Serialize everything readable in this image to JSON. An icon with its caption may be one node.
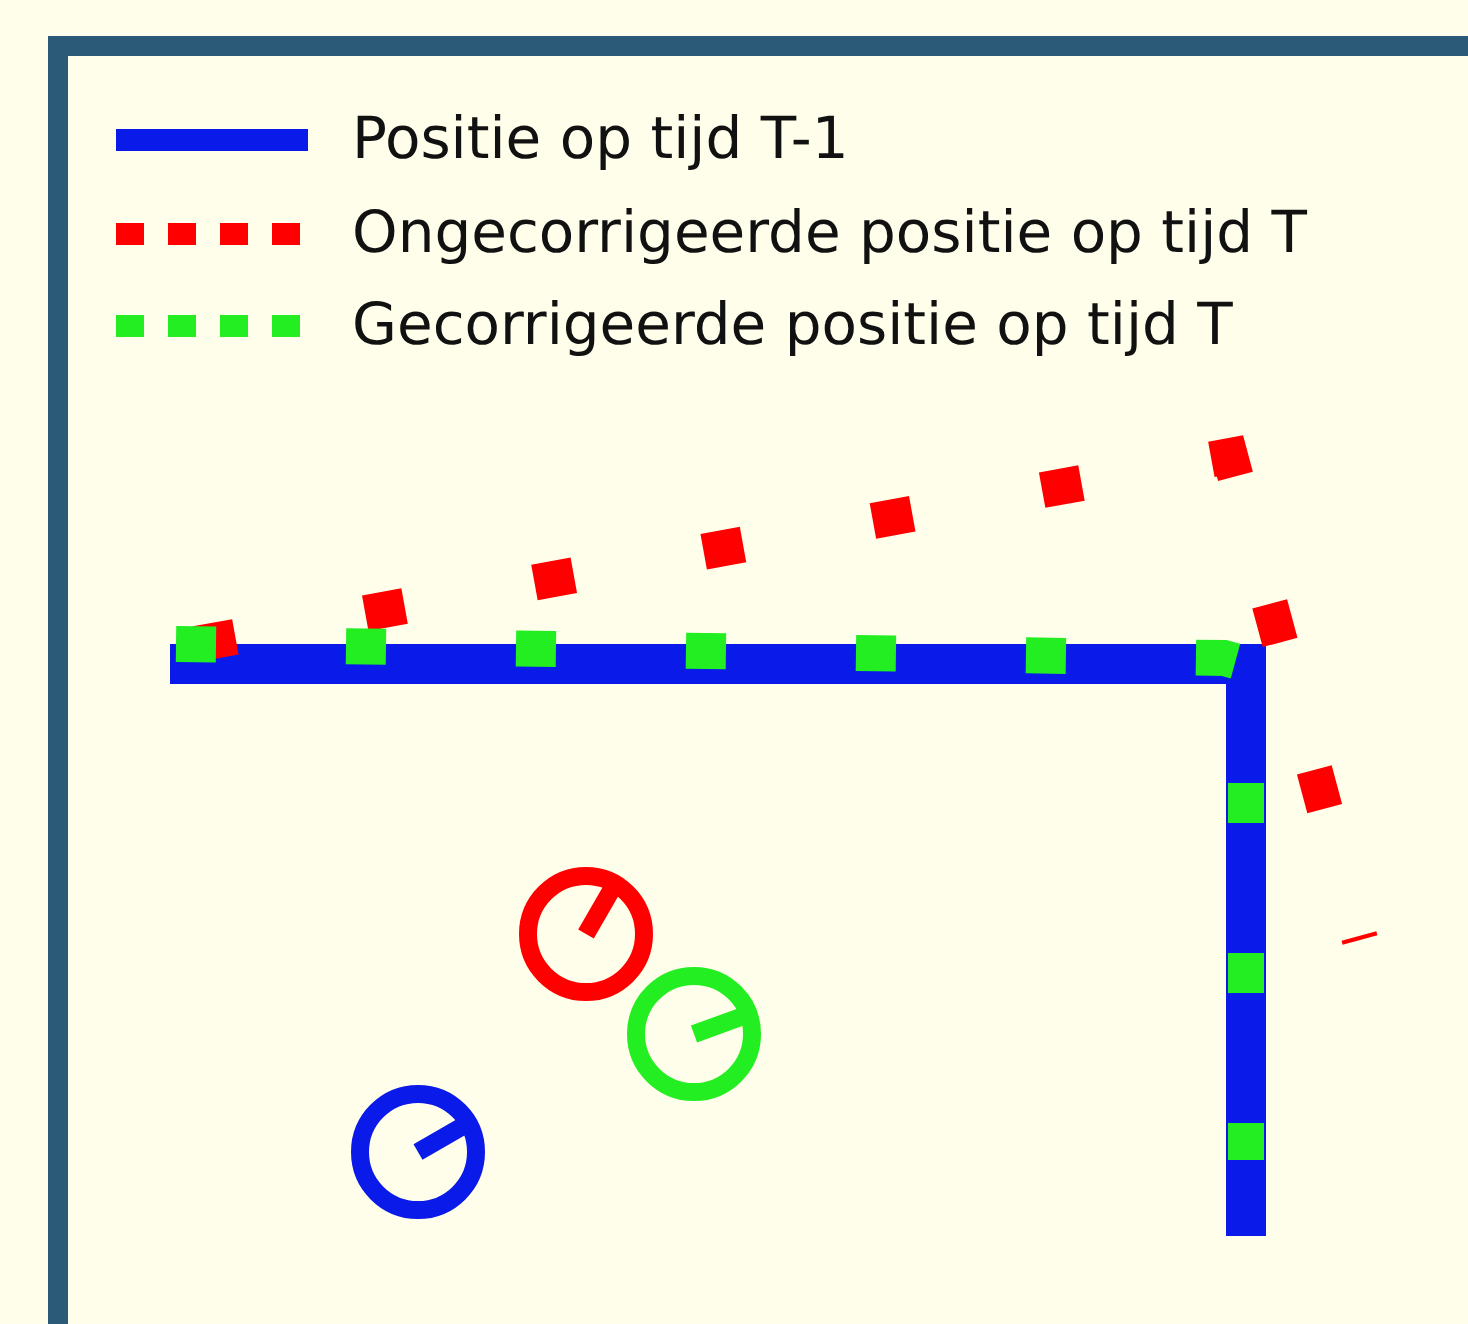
{
  "diagram": {
    "legend": [
      {
        "text": "Positie op tijd T-1"
      },
      {
        "text": "Ongecorrigeerde positie op tijd T"
      },
      {
        "text": "Gecorrigeerde positie op tijd T"
      }
    ]
  }
}
